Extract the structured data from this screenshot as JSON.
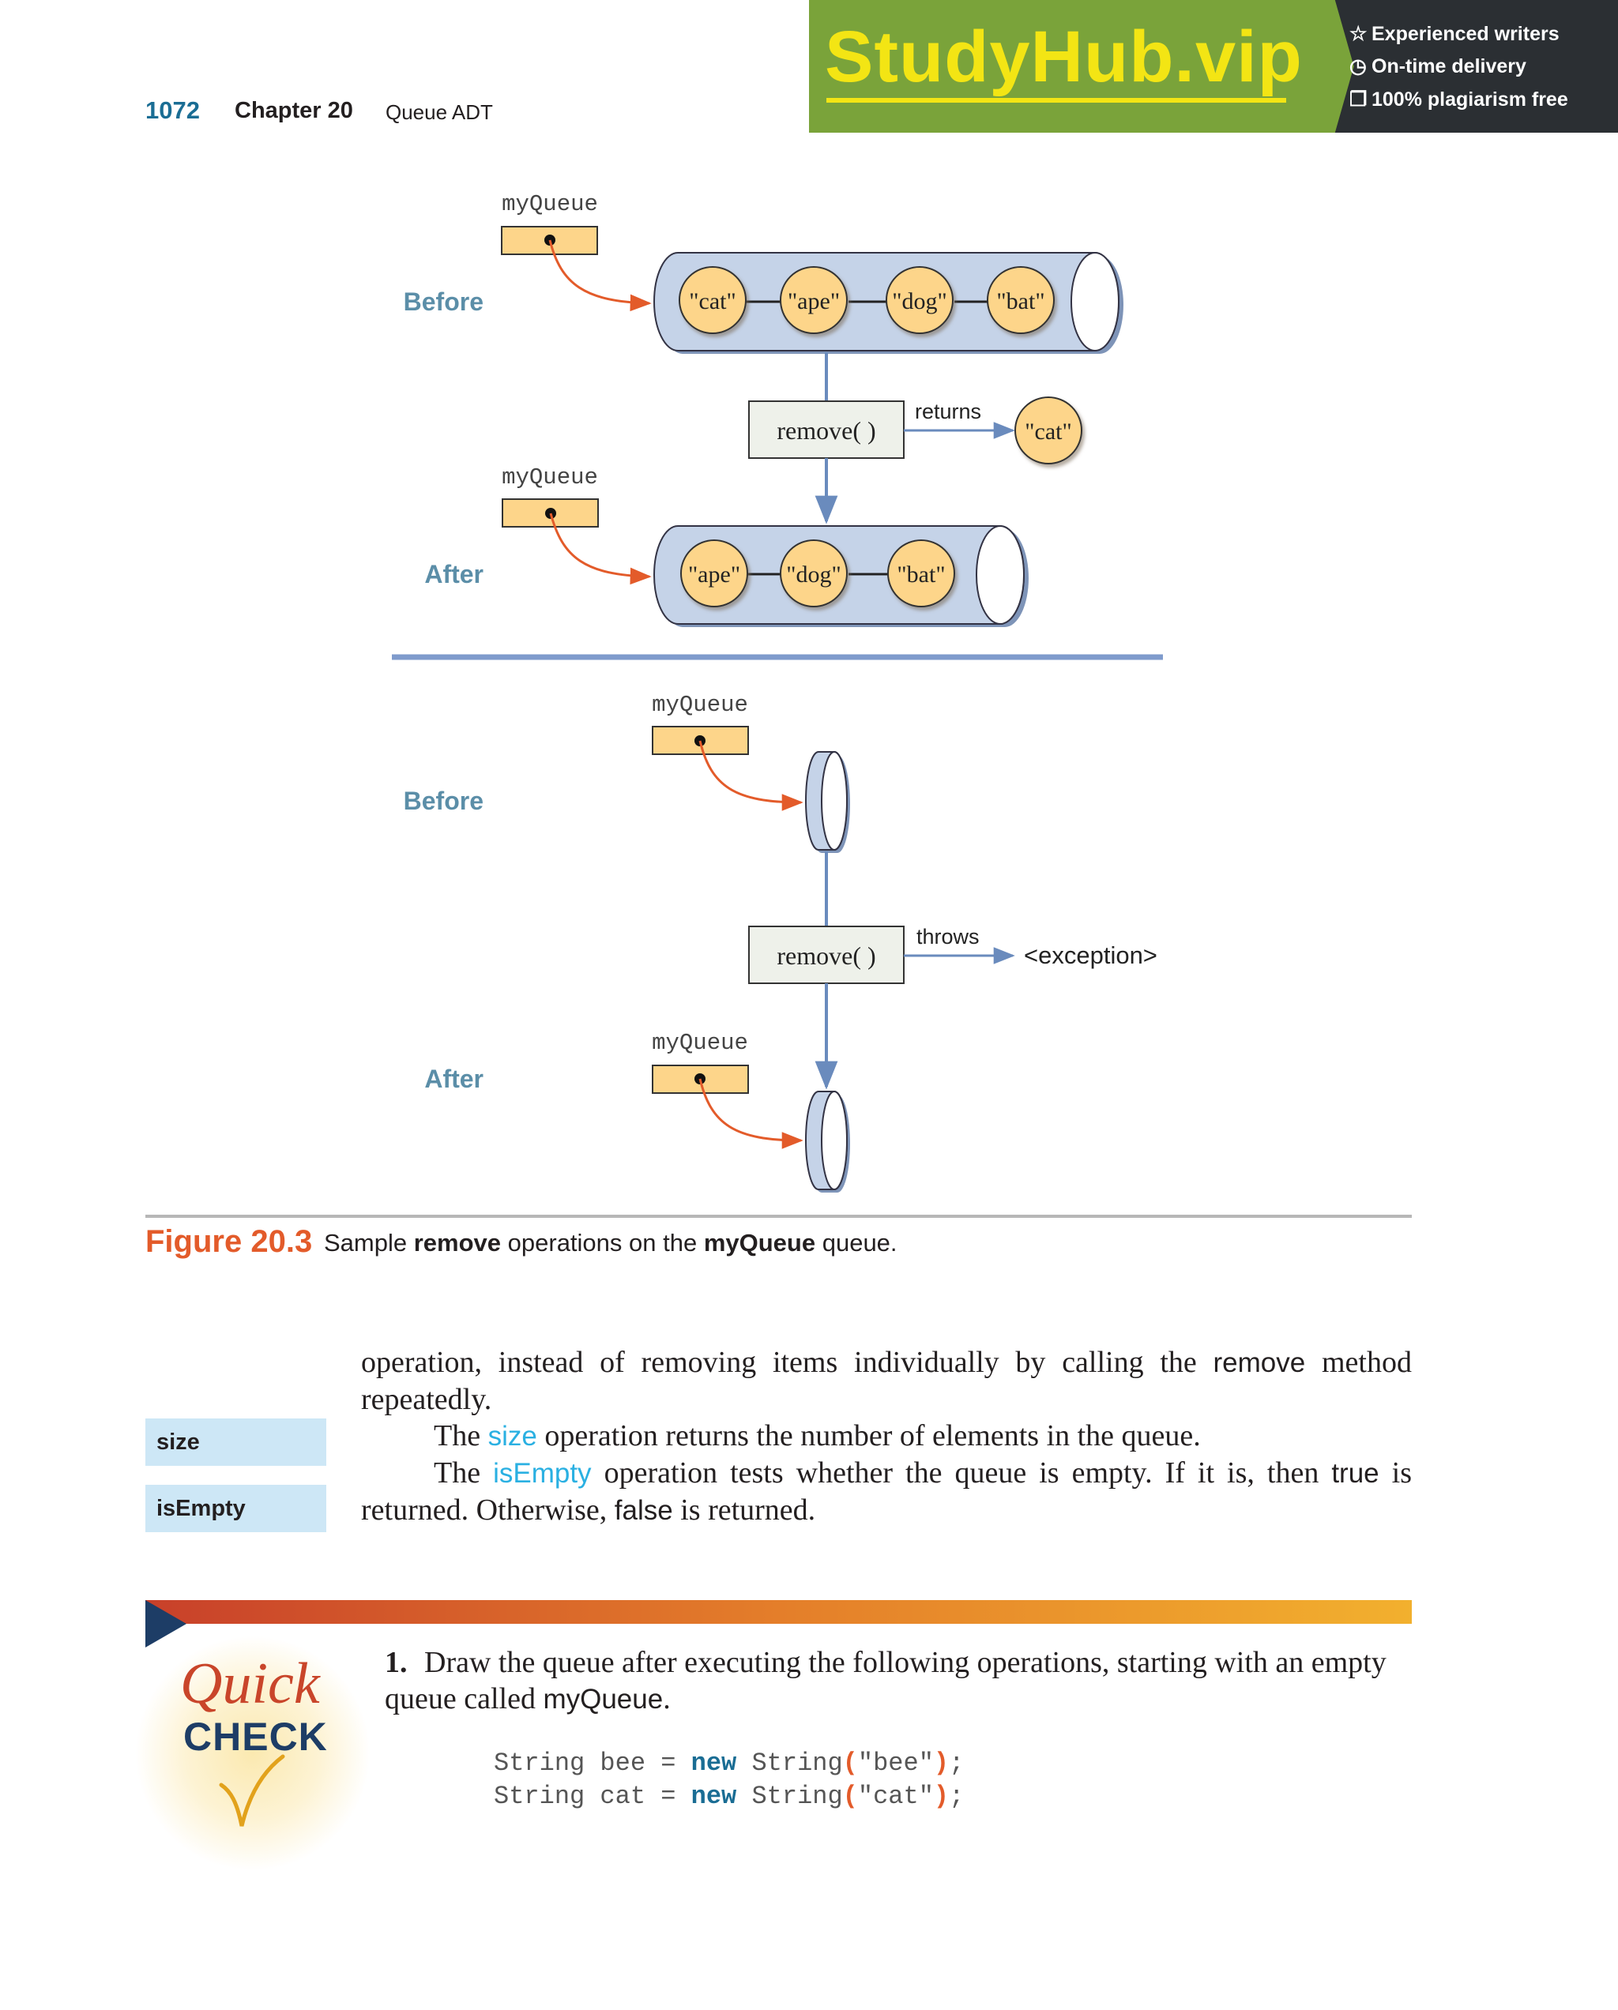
{
  "header": {
    "page_number": "1072",
    "chapter": "Chapter 20",
    "chapter_title": "Queue ADT"
  },
  "banner": {
    "brand": "StudyHub.vip",
    "features": [
      "Experienced writers",
      "On-time delivery",
      "100% plagiarism free"
    ],
    "feature_icons": [
      "star-icon",
      "clock-icon",
      "copy-icon"
    ]
  },
  "figure": {
    "var_name": "myQueue",
    "before_label": "Before",
    "after_label": "After",
    "op_label": "remove(  )",
    "returns_label": "returns",
    "throws_label": "throws",
    "exception_label": "<exception>",
    "top_before_items": [
      "\"cat\"",
      "\"ape\"",
      "\"dog\"",
      "\"bat\""
    ],
    "top_after_items": [
      "\"ape\"",
      "\"dog\"",
      "\"bat\""
    ],
    "returned_item": "\"cat\"",
    "caption_number": "Figure 20.3",
    "caption_pre": "Sample ",
    "caption_b1": "remove",
    "caption_mid": " operations on the ",
    "caption_b2": "myQueue",
    "caption_post": " queue."
  },
  "body": {
    "p1_a": "operation, instead of removing items individually by calling the ",
    "p1_kw": "remove",
    "p1_b": " method repeatedly.",
    "p2_a": "The ",
    "p2_kw": "size",
    "p2_b": " operation returns the number of elements in the queue.",
    "p3_a": "The ",
    "p3_kw": "isEmpty",
    "p3_b": " operation tests whether the queue is empty. If it is, then ",
    "p3_true": "true",
    "p3_c": " is returned. Otherwise, ",
    "p3_false": "false",
    "p3_d": " is returned.",
    "side_size": "size",
    "side_isempty": "isEmpty"
  },
  "quick_check": {
    "quick": "Quick",
    "check": "CHECK",
    "q_num": "1.",
    "q_text_a": "Draw the queue after executing the following operations, starting with an empty queue called ",
    "q_kw": "myQueue",
    "q_text_b": ".",
    "code1_a": "String bee = ",
    "code1_new": "new",
    "code1_b": " String",
    "code1_lp": "(",
    "code1_s": "\"bee\"",
    "code1_rp": ")",
    "code1_end": ";",
    "code2_a": "String cat = ",
    "code2_new": "new",
    "code2_b": " String",
    "code2_lp": "(",
    "code2_s": "\"cat\"",
    "code2_rp": ")",
    "code2_end": ";"
  },
  "colors": {
    "accent_orange": "#e35b2a",
    "label_blue": "#5b8ea8",
    "keyword_cyan": "#2ab0e2",
    "node_fill": "#fdd58a",
    "tube_fill": "#c5d3e8"
  }
}
